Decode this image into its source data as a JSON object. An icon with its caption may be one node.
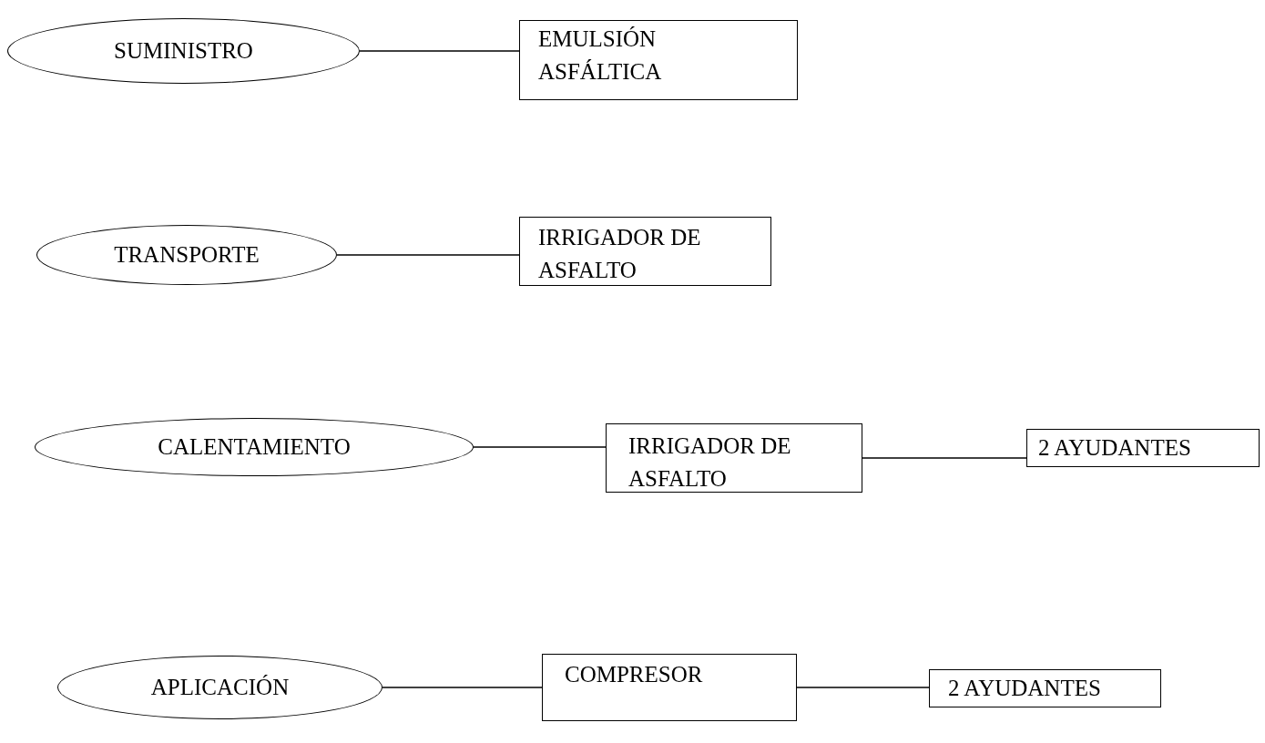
{
  "diagram": {
    "nodes": [
      {
        "text": [
          "SUMINISTRO"
        ]
      },
      {
        "text": [
          "EMULSIÓN ASFÁLTICA"
        ]
      },
      {
        "text": [
          "TRANSPORTE"
        ]
      },
      {
        "text": [
          "IRRIGADOR DE ASFALTO"
        ]
      },
      {
        "text": [
          "CALENTAMIENTO"
        ]
      },
      {
        "text": [
          "IRRIGADOR DE ASFALTO"
        ]
      },
      {
        "text": [
          "2 AYUDANTES"
        ]
      },
      {
        "text": [
          "APLICACIÓN"
        ]
      },
      {
        "text": [
          "COMPRESOR"
        ]
      },
      {
        "text": [
          "2 AYUDANTES"
        ]
      }
    ],
    "edges": [
      {
        "from": 0,
        "to": 1,
        "arrow": "none"
      },
      {
        "from": 2,
        "to": 3,
        "arrow": "none"
      },
      {
        "from": 4,
        "to": 5,
        "arrow": "none"
      },
      {
        "from": 5,
        "to": 6,
        "arrow": "none"
      },
      {
        "from": 7,
        "to": 8,
        "arrow": "none"
      },
      {
        "from": 8,
        "to": 9,
        "arrow": "none"
      }
    ]
  }
}
